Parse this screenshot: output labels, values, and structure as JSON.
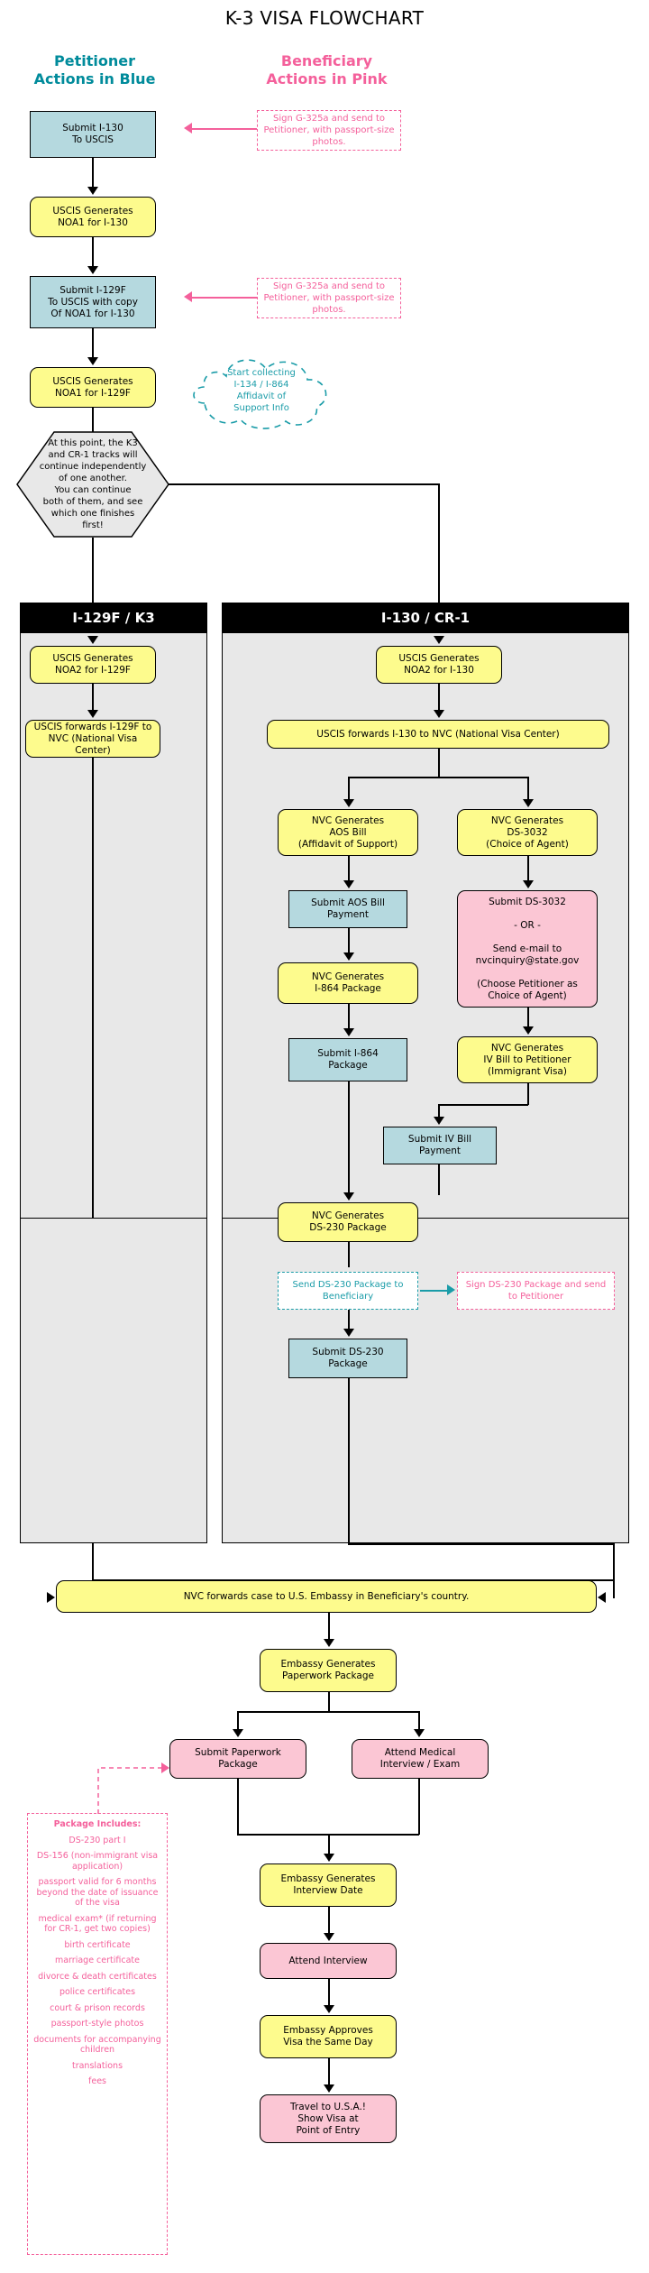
{
  "title": "K-3 VISA FLOWCHART",
  "legend": {
    "petitioner": "Petitioner\nActions in Blue",
    "beneficiary": "Beneficiary\nActions in Pink"
  },
  "colors": {
    "blue_node": "#B5D9DF",
    "yellow_node": "#FDFB8D",
    "pink_node": "#FBC6D4",
    "gray_lane": "#E8E8E8",
    "teal_text": "#1A9CA8",
    "pink_text": "#F4609B",
    "black": "#000000"
  },
  "top_flow": {
    "n1": "Submit I-130\nTo USCIS",
    "n2": "USCIS Generates\nNOA1 for I-130",
    "n3": "Submit I-129F\nTo USCIS with copy\nOf NOA1 for I-130",
    "n4": "USCIS Generates\nNOA1 for I-129F",
    "note1": "Sign G-325a and send to Petitioner, with passport-size photos.",
    "note2": "Sign G-325a and send to Petitioner, with passport-size photos.",
    "cloud": "Start collecting\nI-134 / I-864\nAffidavit of\nSupport Info",
    "hexagon": "At this point, the K3\nand CR-1 tracks will\ncontinue independently\nof one another.\nYou can continue\nboth of them, and see\nwhich one finishes\nfirst!"
  },
  "lanes": [
    {
      "header": "I-129F / K3",
      "nodes": [
        {
          "label": "USCIS Generates\nNOA2 for I-129F",
          "kind": "yellow"
        },
        {
          "label": "USCIS forwards I-129F to\nNVC (National Visa Center)",
          "kind": "yellow"
        }
      ]
    },
    {
      "header": "I-130 / CR-1",
      "nodes": [
        {
          "label": "USCIS Generates\nNOA2 for I-130",
          "kind": "yellow"
        },
        {
          "label": "USCIS forwards I-130 to NVC (National Visa Center)",
          "kind": "yellow"
        },
        {
          "label": "NVC Generates\nAOS Bill\n(Affidavit of Support)",
          "kind": "yellow"
        },
        {
          "label": "NVC Generates\nDS-3032\n(Choice of Agent)",
          "kind": "yellow"
        },
        {
          "label": "Submit AOS Bill\nPayment",
          "kind": "blue"
        },
        {
          "label": "Submit DS-3032\n\n- OR -\n\nSend e-mail to\nnvcinquiry@state.gov\n\n(Choose Petitioner as\nChoice of Agent)",
          "kind": "pink"
        },
        {
          "label": "NVC Generates\nI-864 Package",
          "kind": "yellow"
        },
        {
          "label": "NVC Generates\nIV Bill to Petitioner\n(Immigrant Visa)",
          "kind": "yellow"
        },
        {
          "label": "Submit I-864\nPackage",
          "kind": "blue"
        },
        {
          "label": "Submit IV Bill\nPayment",
          "kind": "blue"
        },
        {
          "label": "NVC Generates\nDS-230 Package",
          "kind": "yellow"
        },
        {
          "label": "Submit DS-230\nPackage",
          "kind": "blue"
        }
      ],
      "notes": [
        {
          "label": "Send DS-230 Package to Beneficiary",
          "color": "teal"
        },
        {
          "label": "Sign DS-230 Package and send to Petitioner",
          "color": "pink"
        }
      ]
    }
  ],
  "bottom_flow": {
    "nvc_forward": "NVC forwards case to U.S. Embassy in Beneficiary's country.",
    "paperwork": "Embassy Generates\nPaperwork Package",
    "submit_paperwork": "Submit Paperwork\nPackage",
    "medical": "Attend Medical\nInterview / Exam",
    "interview_date": "Embassy Generates\nInterview Date",
    "attend_interview": "Attend Interview",
    "approve": "Embassy Approves\nVisa the Same Day",
    "travel": "Travel to U.S.A.!\nShow Visa at\nPoint of Entry"
  },
  "package_includes": {
    "header": "Package Includes:",
    "items": [
      "DS-230 part I",
      "DS-156 (non-immigrant visa application)",
      "passport valid for 6 months beyond the date of issuance of the visa",
      "medical exam* (if returning for CR-1, get two copies)",
      "birth certificate",
      "marriage certificate",
      "divorce & death certificates",
      "police certificates",
      "court & prison records",
      "passport-style photos",
      "documents for accompanying children",
      "translations",
      "fees"
    ]
  }
}
